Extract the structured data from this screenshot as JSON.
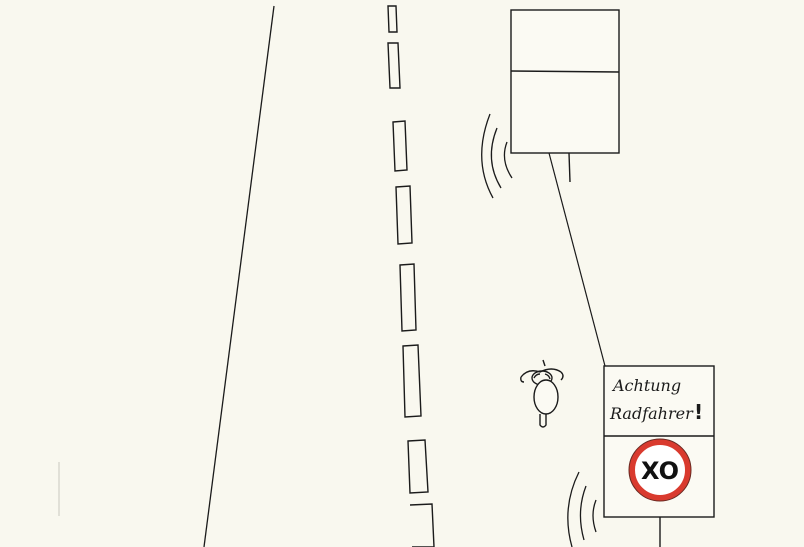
{
  "sketch": {
    "sign": {
      "line1": "Achtung",
      "line2": "Radfahrer",
      "exclaim": "!",
      "speed_limit": "XO"
    },
    "colors": {
      "paper": "#f9f8ef",
      "ink": "#1b1b1b",
      "sign_ring": "#d93a2e"
    }
  }
}
